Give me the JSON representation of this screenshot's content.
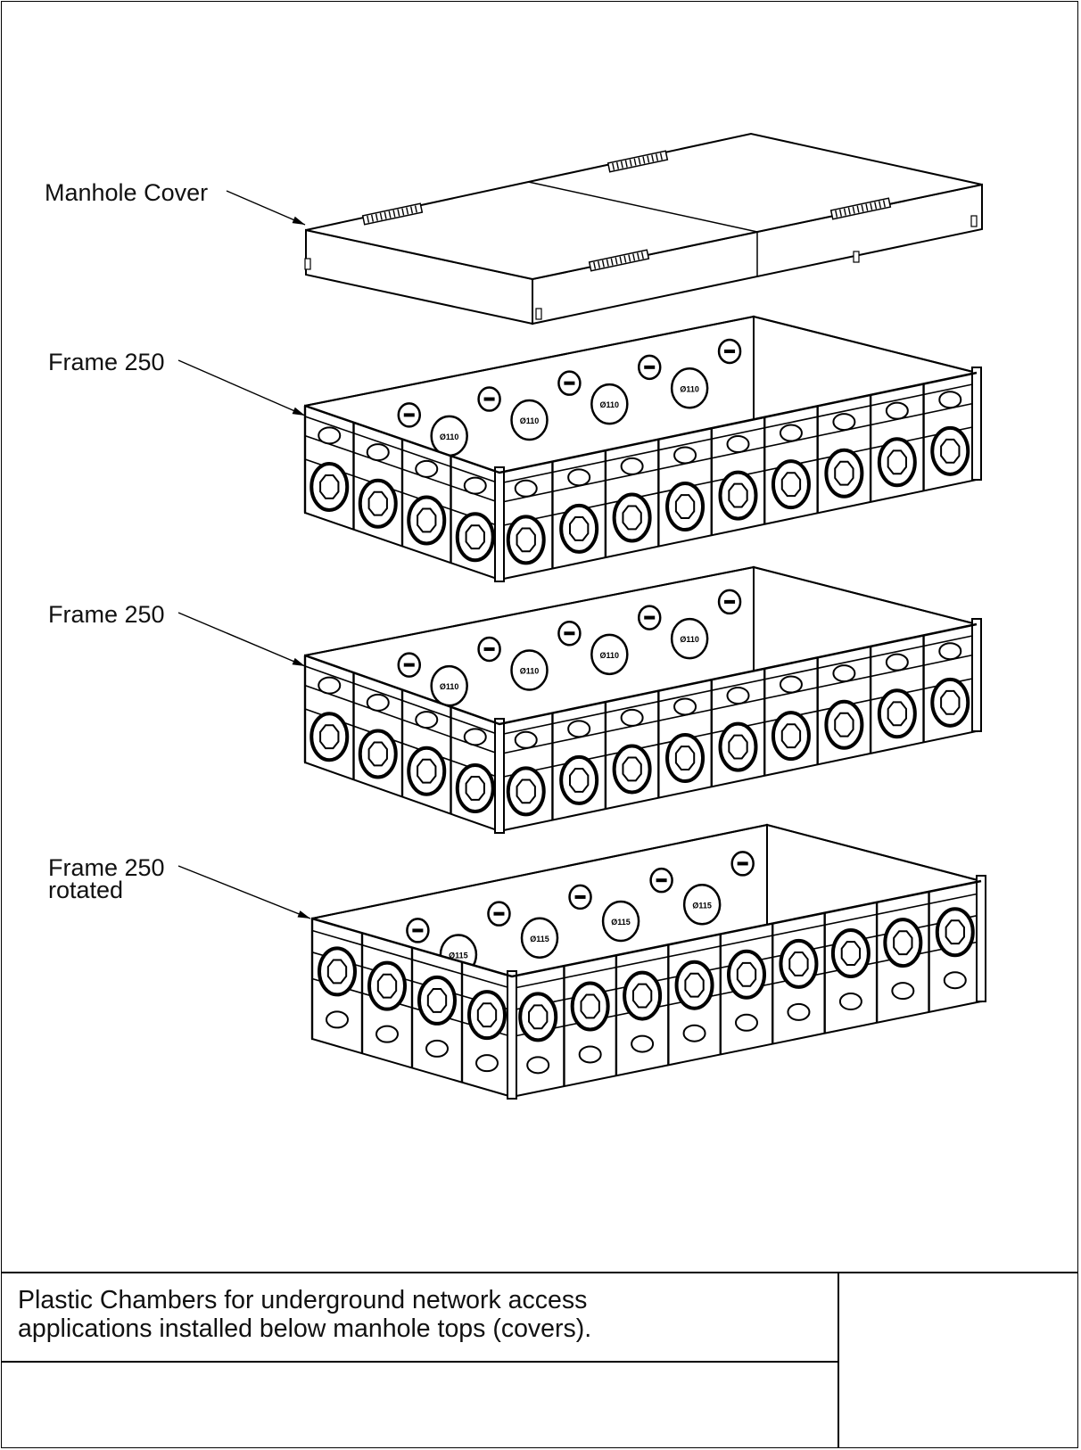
{
  "labels": {
    "cover": "Manhole Cover",
    "frame_top": "Frame 250",
    "frame_middle": "Frame 250",
    "frame_bottom_line1": "Frame 250",
    "frame_bottom_line2": "rotated"
  },
  "frame_markings": {
    "upright": "Ø110",
    "rotated": "Ø115"
  },
  "caption": {
    "line1": "Plastic Chambers for underground network access",
    "line2": "applications installed below manhole tops (covers)."
  },
  "colors": {
    "ink": "#000000",
    "paper": "#ffffff"
  }
}
